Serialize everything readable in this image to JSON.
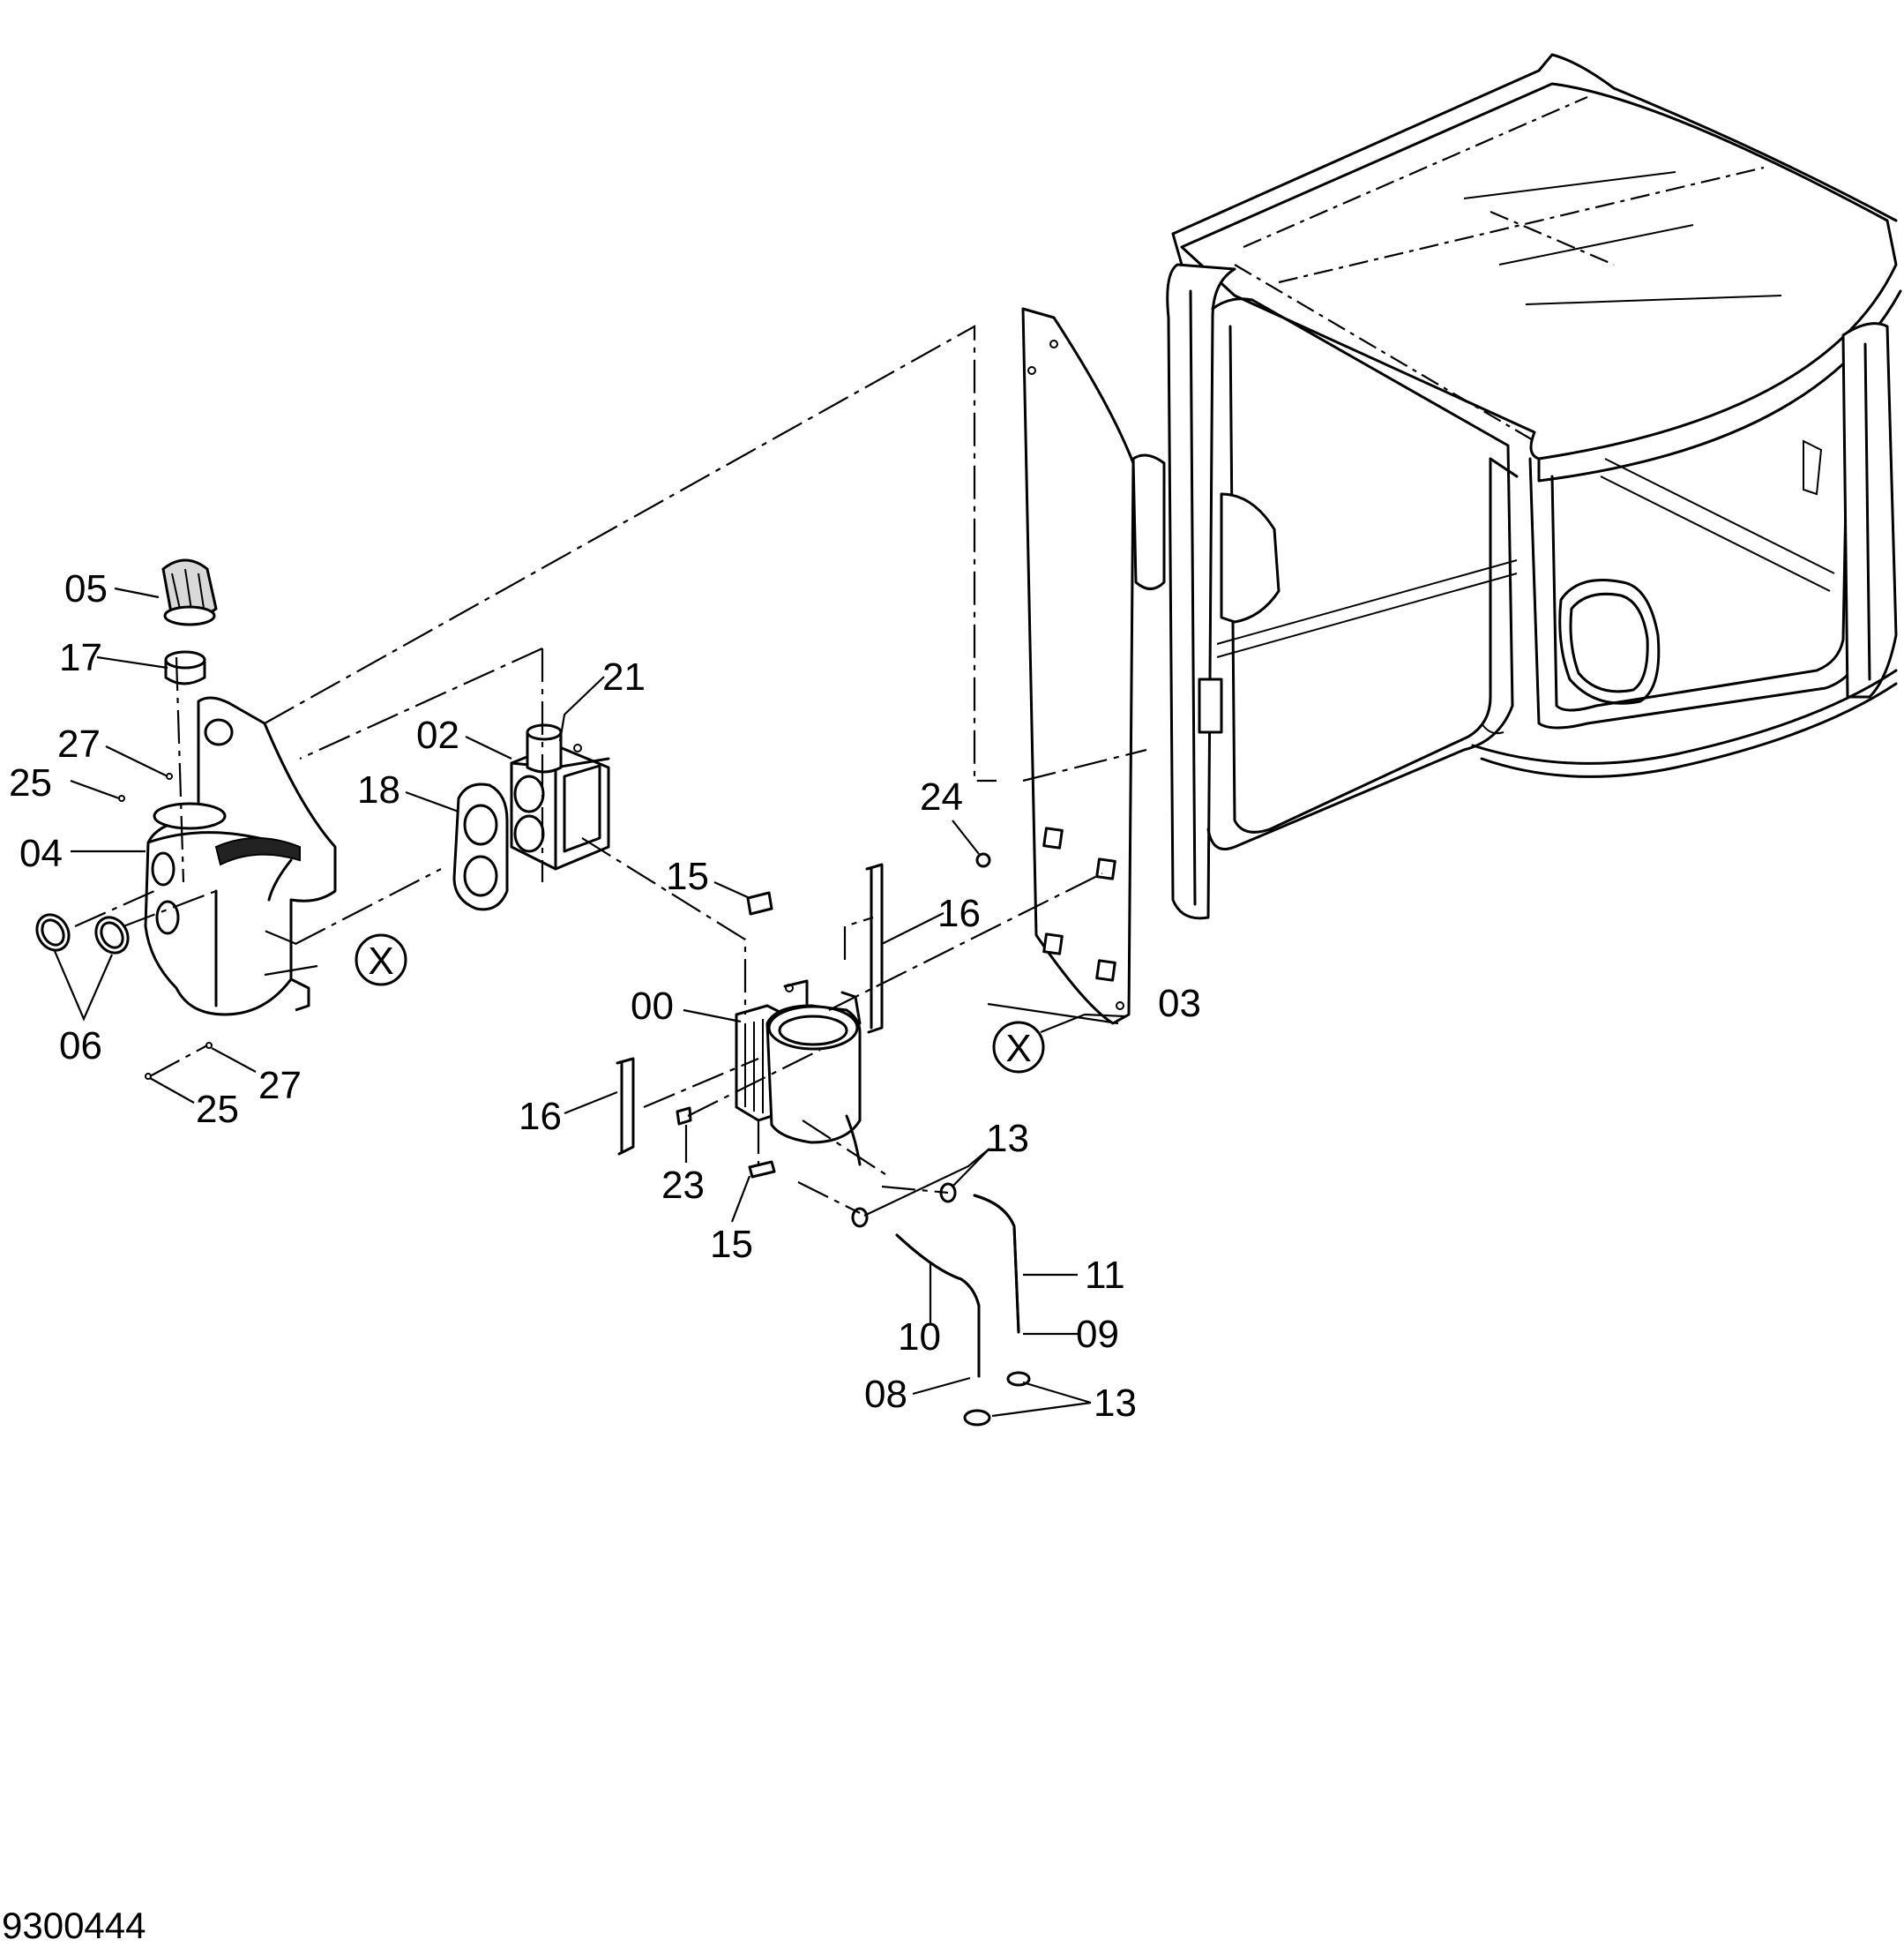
{
  "diagram": {
    "figure_number": "9300444",
    "reference_marker": "X",
    "callouts": [
      {
        "id": "c05",
        "text": "05"
      },
      {
        "id": "c17",
        "text": "17"
      },
      {
        "id": "c27a",
        "text": "27"
      },
      {
        "id": "c25a",
        "text": "25"
      },
      {
        "id": "c04",
        "text": "04"
      },
      {
        "id": "c06",
        "text": "06"
      },
      {
        "id": "c27b",
        "text": "27"
      },
      {
        "id": "c25b",
        "text": "25"
      },
      {
        "id": "c18",
        "text": "18"
      },
      {
        "id": "c02",
        "text": "02"
      },
      {
        "id": "c21",
        "text": "21"
      },
      {
        "id": "c15a",
        "text": "15"
      },
      {
        "id": "c16a",
        "text": "16"
      },
      {
        "id": "c00",
        "text": "00"
      },
      {
        "id": "c16b",
        "text": "16"
      },
      {
        "id": "c23",
        "text": "23"
      },
      {
        "id": "c15b",
        "text": "15"
      },
      {
        "id": "c24",
        "text": "24"
      },
      {
        "id": "c03",
        "text": "03"
      },
      {
        "id": "c13a",
        "text": "13"
      },
      {
        "id": "c11",
        "text": "11"
      },
      {
        "id": "c09",
        "text": "09"
      },
      {
        "id": "c10",
        "text": "10"
      },
      {
        "id": "c08",
        "text": "08"
      },
      {
        "id": "c13b",
        "text": "13"
      }
    ]
  }
}
